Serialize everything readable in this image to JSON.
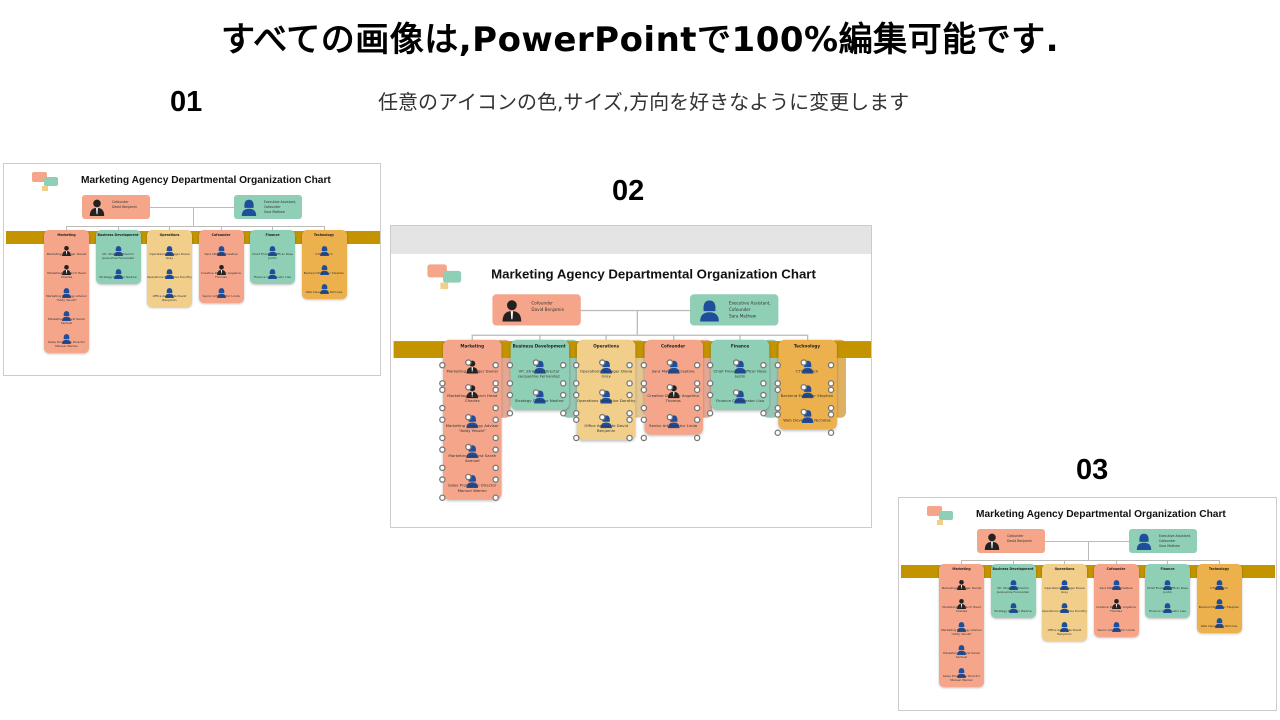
{
  "header": {
    "title": "すべての画像は,PowerPointで100%編集可能です.",
    "subtitle": "任意のアイコンの色,サイズ,方向を好きなように変更します"
  },
  "labels": {
    "n1": "01",
    "n2": "02",
    "n3": "03"
  },
  "colors": {
    "salmon": "#f4a58a",
    "teal": "#8fcfb6",
    "sand": "#f1cf8a",
    "amber": "#ecb14c",
    "band": "#c39400",
    "dark_icon": "#222222",
    "blue_icon": "#1f4e9c"
  },
  "chart": {
    "title": "Marketing Agency Departmental Organization Chart",
    "top_nodes": [
      {
        "lines": [
          "Cofounder",
          "David Benjamin"
        ],
        "icon": "male",
        "color": "salmon"
      },
      {
        "lines": [
          "Executive Assistant,",
          "Cofounder",
          "Sara Mathew"
        ],
        "icon": "female",
        "color": "teal"
      }
    ],
    "departments": [
      {
        "name": "Marketing",
        "color": "salmon",
        "members": [
          {
            "name": "Marketing Manager Daniel",
            "icon": "male"
          },
          {
            "name": "Marketing Research Head Charles",
            "icon": "male"
          },
          {
            "name": "Marketing Strategy Advisor \"Addy Yesubi\"",
            "icon": "female"
          },
          {
            "name": "Marketing Analyst Sarah Samuel",
            "icon": "female"
          },
          {
            "name": "Sales Promotion Director Manuel Warren",
            "icon": "female"
          }
        ]
      },
      {
        "name": "Business Development",
        "color": "teal",
        "members": [
          {
            "name": "VP, Strategy Director Jacqueline Fernandez",
            "icon": "female"
          },
          {
            "name": "Strategy Director Nadine",
            "icon": "female"
          }
        ]
      },
      {
        "name": "Operations",
        "color": "sand",
        "members": [
          {
            "name": "Operations Manager Diana Grey",
            "icon": "female"
          },
          {
            "name": "Operations Executive Dorothy",
            "icon": "female"
          },
          {
            "name": "Office Associate David Benjamin",
            "icon": "female"
          }
        ]
      },
      {
        "name": "Cofounder",
        "color": "salmon",
        "members": [
          {
            "name": "Sara Mathew Creative",
            "icon": "female"
          },
          {
            "name": "Creative Director Angelina Thomas",
            "icon": "male"
          },
          {
            "name": "Senior Art Director Linda",
            "icon": "female"
          }
        ]
      },
      {
        "name": "Finance",
        "color": "teal",
        "members": [
          {
            "name": "Chief Financial Officer Rose Justin",
            "icon": "female"
          },
          {
            "name": "Finance Coordinator Lisa",
            "icon": "female"
          }
        ]
      },
      {
        "name": "Technology",
        "color": "amber",
        "members": [
          {
            "name": "CTO Patrick",
            "icon": "female"
          },
          {
            "name": "Backend Engineer Stephen",
            "icon": "female"
          },
          {
            "name": "Web Developer Nicholas",
            "icon": "female"
          }
        ]
      }
    ]
  }
}
